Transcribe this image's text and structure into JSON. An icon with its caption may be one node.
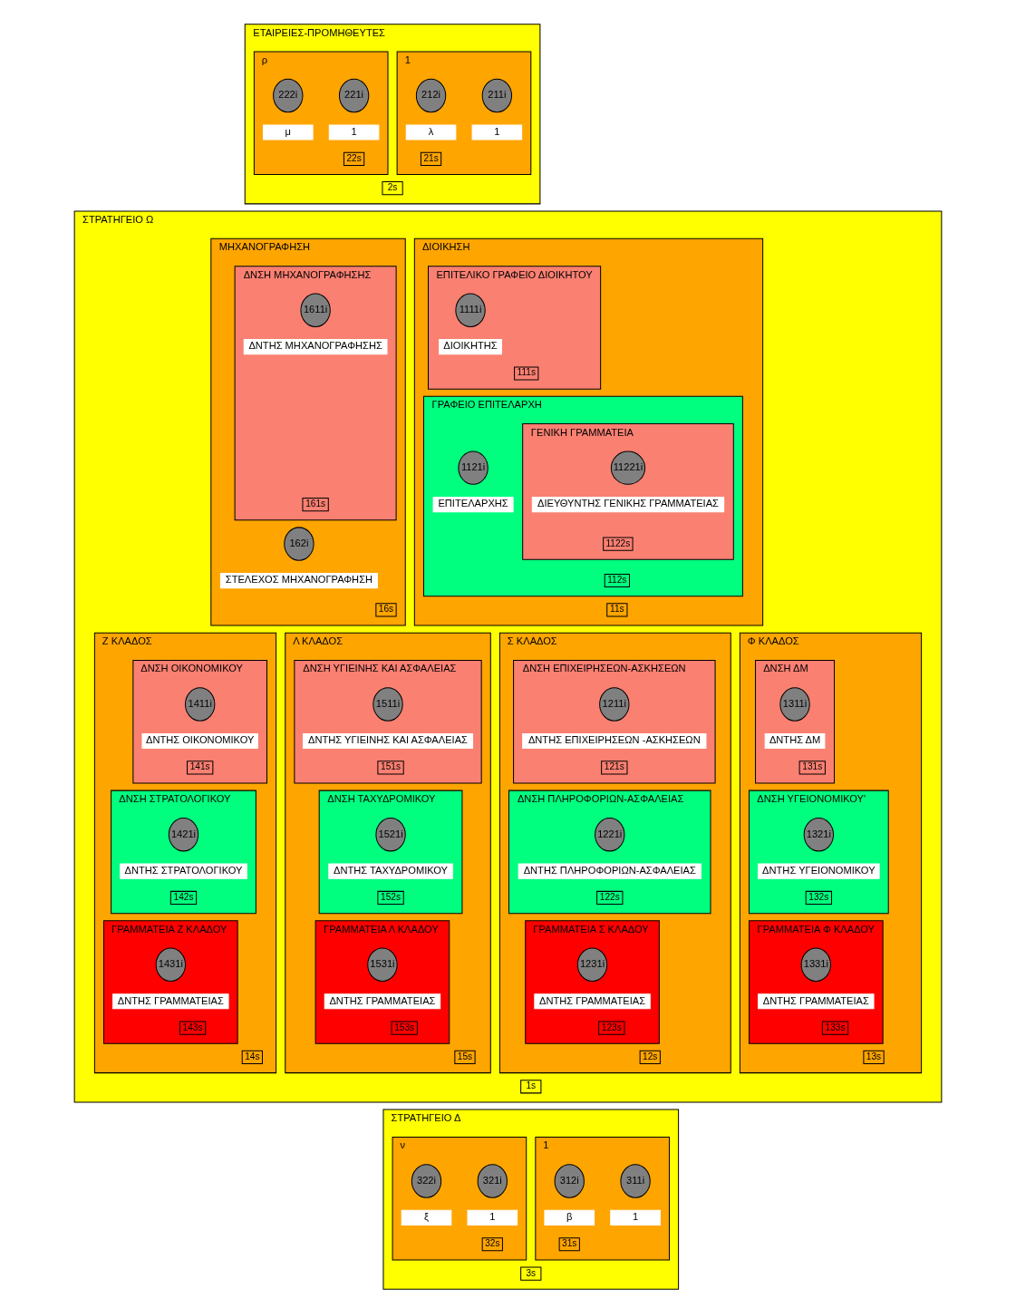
{
  "diagram": {
    "nodes": [
      {
        "text": [
          "ΕΤΑΙΡΕΙΕΣ-ΠΡΟΜΗΘΕΥΤΕΣ",
          "2s"
        ]
      },
      {
        "text": [
          "1",
          "21s"
        ],
        "in": 0
      },
      {
        "text": [
          "211i"
        ],
        "beside": [
          "1"
        ],
        "in": 1
      },
      {
        "text": [
          "212i"
        ],
        "beside": [
          "λ"
        ],
        "in": 1
      },
      {
        "text": [
          "ρ",
          "22s"
        ],
        "in": 0
      },
      {
        "text": [
          "221i"
        ],
        "beside": [
          "1"
        ],
        "in": 4
      },
      {
        "text": [
          "222i"
        ],
        "beside": [
          "μ"
        ],
        "in": 4
      },
      {
        "text": [
          "ΣΤΡΑΤΗΓΕΙΟ Ω",
          "1s"
        ]
      },
      {
        "text": [
          "ΔΙΟΙΚΗΣΗ",
          "11s"
        ],
        "in": 7
      },
      {
        "text": [
          "ΕΠΙΤΕΛΙΚΟ ΓΡΑΦΕΙΟ ΔΙΟΙΚΗΤΟΥ",
          "111s"
        ],
        "in": 8
      },
      {
        "text": [
          "1111i"
        ],
        "beside": [
          "ΔΙΟΙΚΗΤΗΣ"
        ],
        "in": 9
      },
      {
        "text": [
          "ΓΡΑΦΕΙΟ ΕΠΙΤΕΛΑΡΧΗ",
          "112s"
        ],
        "in": 8
      },
      {
        "text": [
          "1121i"
        ],
        "beside": [
          "ΕΠΙΤΕΛΑΡΧΗΣ"
        ],
        "in": 11
      },
      {
        "text": [
          "ΓΕΝΙΚΗ ΓΡΑΜΜΑΤΕΙΑ",
          "1122s"
        ],
        "in": 11
      },
      {
        "text": [
          "11221i"
        ],
        "beside": [
          "ΔΙΕΥΘΥΝΤΗΣ ΓΕΝΙΚΗΣ ΓΡΑΜΜΑΤΕΙΑΣ"
        ],
        "in": 13
      },
      {
        "text": [
          "ΜΗΧΑΝΟΓΡΑΦΗΣΗ",
          "16s"
        ],
        "in": 7
      },
      {
        "text": [
          "ΔΝΣΗ ΜΗΧΑΝΟΓΡΑΦΗΣΗΣ",
          "161s"
        ],
        "in": 15
      },
      {
        "text": [
          "1611i"
        ],
        "beside": [
          "ΔΝΤΗΣ ΜΗΧΑΝΟΓΡΑΦΗΣΗΣ"
        ],
        "in": 16
      },
      {
        "text": [
          "162i"
        ],
        "beside": [
          "ΣΤΕΛΕΧΟΣ ΜΗΧΑΝΟΓΡΑΦΗΣΗ"
        ],
        "in": 15
      },
      {
        "text": [
          "Σ ΚΛΑΔΟΣ",
          "12s"
        ],
        "in": 7
      },
      {
        "text": [
          "ΔΝΣΗ ΕΠΙΧΕΙΡΗΣΕΩΝ-ΑΣΚΗΣΕΩΝ",
          "121s"
        ],
        "in": 19
      },
      {
        "text": [
          "1211i"
        ],
        "beside": [
          "ΔΝΤΗΣ ΕΠΙΧΕΙΡΗΣΕΩΝ -ΑΣΚΗΣΕΩΝ"
        ],
        "in": 20
      },
      {
        "text": [
          "ΔΝΣΗ ΠΛΗΡΟΦΟΡΙΩΝ-ΑΣΦΑΛΕΙΑΣ",
          "122s"
        ],
        "in": 19
      },
      {
        "text": [
          "1221i"
        ],
        "beside": [
          "ΔΝΤΗΣ ΠΛΗΡΟΦΟΡΙΩΝ-ΑΣΦΑΛΕΙΑΣ"
        ],
        "in": 22
      },
      {
        "text": [
          "ΓΡΑΜΜΑΤΕΙΑ Σ ΚΛΑΔΟΥ",
          "123s"
        ],
        "in": 19
      },
      {
        "text": [
          "1231i"
        ],
        "beside": [
          "ΔΝΤΗΣ ΓΡΑΜΜΑΤΕΙΑΣ"
        ],
        "in": 24
      },
      {
        "text": [
          "Φ ΚΛΑΔΟΣ",
          "13s"
        ],
        "in": 7
      },
      {
        "text": [
          "ΔΝΣΗ ΔΜ",
          "131s"
        ],
        "in": 26
      },
      {
        "text": [
          "1311i"
        ],
        "beside": [
          "ΔΝΤΗΣ ΔΜ"
        ],
        "in": 27
      },
      {
        "text": [
          "ΔΝΣΗ ΥΓΕΙΟΝΟΜΙΚΟΥ'",
          "132s"
        ],
        "in": 26
      },
      {
        "text": [
          "1321i"
        ],
        "beside": [
          "ΔΝΤΗΣ ΥΓΕΙΟΝΟΜΙΚΟΥ"
        ],
        "in": 29
      },
      {
        "text": [
          "ΓΡΑΜΜΑΤΕΙΑ Φ ΚΛΑΔΟΥ",
          "133s"
        ],
        "in": 26
      },
      {
        "text": [
          "1331i"
        ],
        "beside": [
          "ΔΝΤΗΣ ΓΡΑΜΜΑΤΕΙΑΣ"
        ],
        "in": 31
      },
      {
        "text": [
          "Ζ ΚΛΑΔΟΣ",
          "14s"
        ],
        "in": 7
      },
      {
        "text": [
          "ΔΝΣΗ ΟΙΚΟΝΟΜΙΚΟΥ",
          "141s"
        ],
        "in": 33
      },
      {
        "text": [
          "1411i"
        ],
        "beside": [
          "ΔΝΤΗΣ ΟΙΚΟΝΟΜΙΚΟΥ"
        ],
        "in": 34
      },
      {
        "text": [
          "ΔΝΣΗ ΣΤΡΑΤΟΛΟΓΙΚΟΥ",
          "142s"
        ],
        "in": 33
      },
      {
        "text": [
          "1421i"
        ],
        "beside": [
          "ΔΝΤΗΣ ΣΤΡΑΤΟΛΟΓΙΚΟΥ"
        ],
        "in": 36
      },
      {
        "text": [
          "ΓΡΑΜΜΑΤΕΙΑ Ζ ΚΛΑΔΟΥ",
          "143s"
        ],
        "in": 33
      },
      {
        "text": [
          "1431i"
        ],
        "beside": [
          "ΔΝΤΗΣ ΓΡΑΜΜΑΤΕΙΑΣ"
        ],
        "in": 38
      },
      {
        "text": [
          "Λ ΚΛΑΔΟΣ",
          "15s"
        ],
        "in": 7
      },
      {
        "text": [
          "ΔΝΣΗ ΥΓΙΕΙΝΗΣ ΚΑΙ ΑΣΦΑΛΕΙΑΣ",
          "151s"
        ],
        "in": 40
      },
      {
        "text": [
          "1511i"
        ],
        "beside": [
          "ΔΝΤΗΣ ΥΓΙΕΙΝΗΣ ΚΑΙ ΑΣΦΑΛΕΙΑΣ"
        ],
        "in": 41
      },
      {
        "text": [
          "ΔΝΣΗ ΤΑΧΥΔΡΟΜΙΚΟΥ",
          "152s"
        ],
        "in": 40
      },
      {
        "text": [
          "1521i"
        ],
        "beside": [
          "ΔΝΤΗΣ ΤΑΧΥΔΡΟΜΙΚΟΥ"
        ],
        "in": 43
      },
      {
        "text": [
          "ΓΡΑΜΜΑΤΕΙΑ Λ ΚΛΑΔΟΥ",
          "153s"
        ],
        "in": 40
      },
      {
        "text": [
          "1531i"
        ],
        "beside": [
          "ΔΝΤΗΣ ΓΡΑΜΜΑΤΕΙΑΣ"
        ],
        "in": 45
      },
      {
        "text": [
          "ΣΤΡΑΤΗΓΕΙΟ Δ",
          "3s"
        ]
      },
      {
        "text": [
          "1",
          "31s"
        ],
        "in": 47
      },
      {
        "text": [
          "311i"
        ],
        "beside": [
          "1"
        ],
        "in": 48
      },
      {
        "text": [
          "312i"
        ],
        "beside": [
          "β"
        ],
        "in": 48
      },
      {
        "text": [
          "ν",
          "32s"
        ],
        "in": 47
      },
      {
        "text": [
          "321i"
        ],
        "beside": [
          "1"
        ],
        "in": 51
      },
      {
        "text": [
          "322i"
        ],
        "beside": [
          "ξ"
        ],
        "in": 51
      }
    ]
  }
}
